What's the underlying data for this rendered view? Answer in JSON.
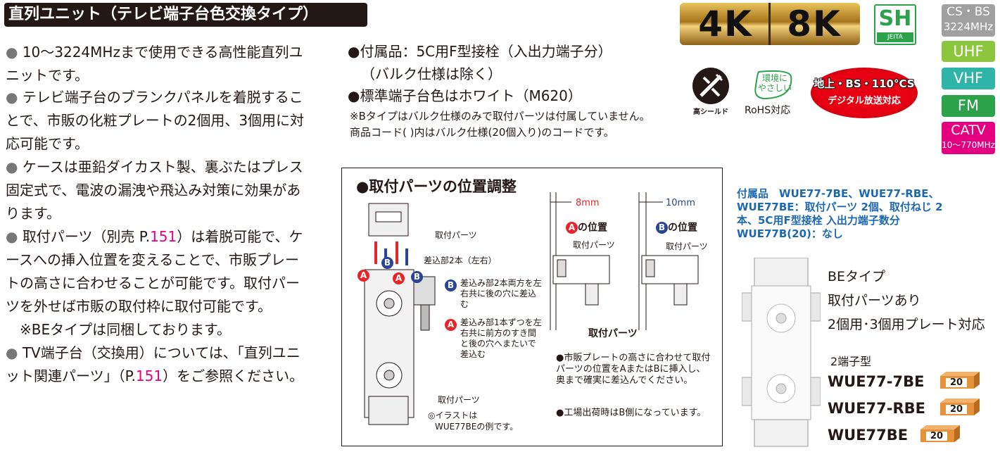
{
  "title": "直列ユニット（テレビ端子台色交換タイプ）",
  "features": [
    {
      "text": "10〜3224MHzまで使用できる高性能直列ユニットです。"
    },
    {
      "text": "テレビ端子台のブランクパネルを着脱することで、市販の化粧プレートの2個用、3個用に対応可能です。"
    },
    {
      "text": "ケースは亜鉛ダイカスト製、裏ぶたはプレス固定式で、電波の漏洩や飛込み対策に効果があります。"
    },
    {
      "text_a": "取付パーツ（別売 P.",
      "page": "151",
      "text_b": "）は着脱可能で、ケースへの挿入位置を変えることで、市販プレートの高さに合わせることが可能です。取付パーツを外せば市販の取付枠に取付可能です。",
      "sub": "※BEタイプは同梱しております。"
    },
    {
      "text_a": "TV端子台（交換用）については、「直列ユニット関連パーツ」（P.",
      "page": "151",
      "text_b": "）をご参照ください。"
    }
  ],
  "middle": {
    "line1": "●付属品：5C用F型接栓（入出力端子分）",
    "line2": "（バルク仕様は除く）",
    "line3": "●標準端子台色はホワイト（M620）",
    "note1": "※Bタイプはバルク仕様のみで取付パーツは付属していません。",
    "note2": "商品コード(  )内はバルク仕様(20個入り)のコードです。"
  },
  "badges": {
    "k4": "4K",
    "k8": "8K",
    "sh": "SH",
    "jeita": "JEITA",
    "shield_label": "高シールド",
    "eco_line1": "環境に",
    "eco_line2": "やさしい",
    "rohs_label": "RoHS対応",
    "digital_line1": "地上・BS・110°CS",
    "digital_line2": "デジタル放送対応",
    "bands": [
      {
        "l1": "CS・BS",
        "l2": "3224MHz",
        "color": "#a0a0a0"
      },
      {
        "l1": "UHF",
        "l2": "",
        "color": "#8cc63f"
      },
      {
        "l1": "VHF",
        "l2": "",
        "color": "#2fb5a8"
      },
      {
        "l1": "FM",
        "l2": "",
        "color": "#2ca24b"
      },
      {
        "l1": "CATV",
        "l2": "10〜770MHz",
        "color": "#e4007f"
      }
    ]
  },
  "panel": {
    "heading": "●取付パーツの位置調整",
    "part_top": "取付パーツ",
    "insert2": "差込部2本（左右）",
    "b_note": "差込み部2本両方を左右共に後の穴に差込む",
    "a_note": "差込み部1本ずつを左右共に前方のすき間と後の穴へまたいで差込む",
    "part_bottom": "取付パーツ",
    "illus_note1": "◎イラストは",
    "illus_note2": "WUE77BEの例です。",
    "dim_a": "8mm",
    "dim_b": "10mm",
    "pos_a": "の位置",
    "pos_b": "の位置",
    "part_a": "取付パーツ",
    "part_b": "取付パーツ",
    "caption": "取付パーツ",
    "note1": "●市販プレートの高さに合わせて取付パーツの位置をAまたはBに挿入し、奥まで確実に差込んでください。",
    "note2": "●工場出荷時はB側になっています。"
  },
  "accessories": {
    "label": "付属品",
    "line1": "WUE77-7BE、WUE77-RBE、",
    "line2": "WUE77BE：取付パーツ 2個、取付ねじ 2",
    "line3": "本、5C用F型接栓 入出力端子数分",
    "line4": "WUE77B(20)：なし"
  },
  "product": {
    "type": "BEタイプ",
    "parts": "取付パーツあり",
    "plates": "2個用･3個用プレート対応",
    "terminals": "2端子型",
    "models": [
      {
        "name": "WUE77-7BE",
        "qty": "20"
      },
      {
        "name": "WUE77-RBE",
        "qty": "20"
      },
      {
        "name": "WUE77BE",
        "qty": "20"
      }
    ]
  }
}
